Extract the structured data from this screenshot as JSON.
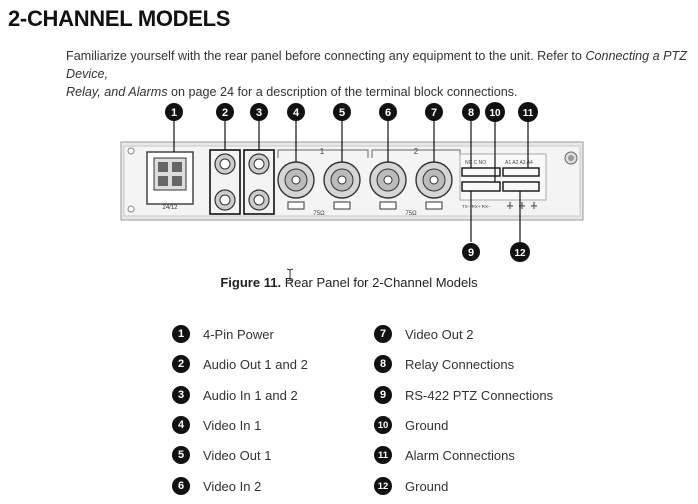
{
  "heading": "2-CHANNEL MODELS",
  "intro": {
    "text_1": "Familiarize yourself with the rear panel before connecting any equipment to the unit. Refer to ",
    "link_italic_1": "Connecting a PTZ Device,",
    "link_italic_2": "Relay, and Alarms",
    "text_2": " on page 24 for a description of the terminal block connections."
  },
  "figure": {
    "caption_bold": "Figure 11.",
    "caption_text": "Rear Panel for 2-Channel Models",
    "callouts": [
      "1",
      "2",
      "3",
      "4",
      "5",
      "6",
      "7",
      "8",
      "10",
      "11",
      "9",
      "12"
    ],
    "panel_labels": {
      "channel_1": "1",
      "channel_2": "2",
      "impedance_1": "75Ω",
      "impedance_2": "75Ω",
      "power_rating": "24/12",
      "relay_terminals": "NC C NO",
      "alarm_terminals": "A1 A2 A3 A4",
      "ptz_terminals": "TX− RX+ RX−"
    }
  },
  "legend": {
    "left": [
      {
        "num": "1",
        "label": "4-Pin Power"
      },
      {
        "num": "2",
        "label": "Audio Out 1 and 2"
      },
      {
        "num": "3",
        "label": "Audio In 1 and 2"
      },
      {
        "num": "4",
        "label": "Video In 1"
      },
      {
        "num": "5",
        "label": "Video Out 1"
      },
      {
        "num": "6",
        "label": "Video In 2"
      }
    ],
    "right": [
      {
        "num": "7",
        "label": "Video Out 2"
      },
      {
        "num": "8",
        "label": "Relay Connections"
      },
      {
        "num": "9",
        "label": "RS-422 PTZ Connections"
      },
      {
        "num": "10",
        "label": "Ground"
      },
      {
        "num": "11",
        "label": "Alarm Connections"
      },
      {
        "num": "12",
        "label": "Ground"
      }
    ]
  }
}
